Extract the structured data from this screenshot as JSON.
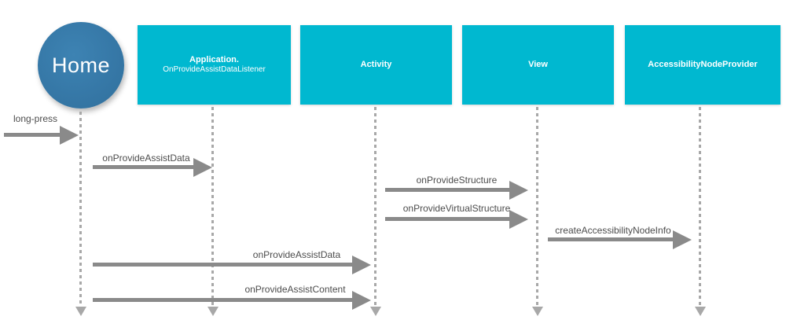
{
  "actors": [
    {
      "id": "home",
      "label": "Home"
    },
    {
      "id": "application",
      "line1": "Application.",
      "line2": "OnProvideAssistDataListener"
    },
    {
      "id": "activity",
      "line1": "Activity"
    },
    {
      "id": "view",
      "line1": "View"
    },
    {
      "id": "accessibility-node-provider",
      "line1": "AccessibilityNodeProvider"
    }
  ],
  "messages": [
    {
      "label": "long-press",
      "from": "user",
      "to": "home"
    },
    {
      "label": "onProvideAssistData",
      "from": "home",
      "to": "application"
    },
    {
      "label": "onProvideStructure",
      "from": "activity",
      "to": "view"
    },
    {
      "label": "onProvideVirtualStructure",
      "from": "activity",
      "to": "view"
    },
    {
      "label": "createAccessibilityNodeInfo",
      "from": "view",
      "to": "accessibility-node-provider"
    },
    {
      "label": "onProvideAssistData",
      "from": "home",
      "to": "activity"
    },
    {
      "label": "onProvideAssistContent",
      "from": "home",
      "to": "activity"
    }
  ],
  "colors": {
    "actor-box": "#00b8d0",
    "home-circle": "#3678a7",
    "arrow": "#8a8a8a",
    "lifeline": "#a8a8a8",
    "label-text": "#4c4c4c",
    "actor-text": "#ffffff"
  }
}
